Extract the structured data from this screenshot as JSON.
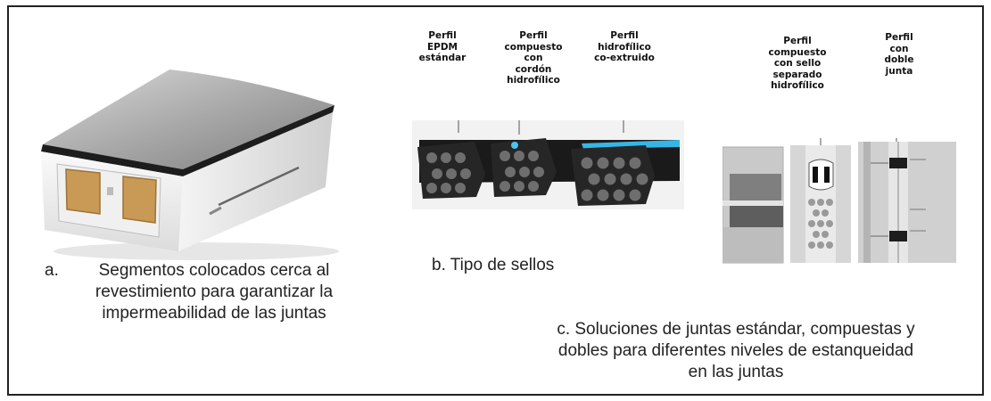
{
  "figure_a": {
    "letter": "a.",
    "caption_lines": [
      "Segmentos colocados cerca al",
      "revestimiento para garantizar la",
      "impermeabilidad de las juntas"
    ]
  },
  "figure_b": {
    "caption": "b. Tipo de sellos",
    "profiles": [
      [
        "Perfil",
        "EPDM",
        "estándar"
      ],
      [
        "Perfil",
        "compuesto",
        "con",
        "cordón",
        "hidrofílico"
      ],
      [
        "Perfil",
        "hidrofílico",
        "co-extruido"
      ]
    ]
  },
  "figure_c": {
    "caption_lines": [
      "c. Soluciones de juntas estándar, compuestas y",
      "dobles para diferentes niveles de estanqueidad",
      "en las juntas"
    ],
    "profiles": [
      [
        "Perfil",
        "compuesto",
        "con sello",
        "separado",
        "hidrofílico"
      ],
      [
        "Perfil",
        "con",
        "doble",
        "junta"
      ]
    ]
  }
}
